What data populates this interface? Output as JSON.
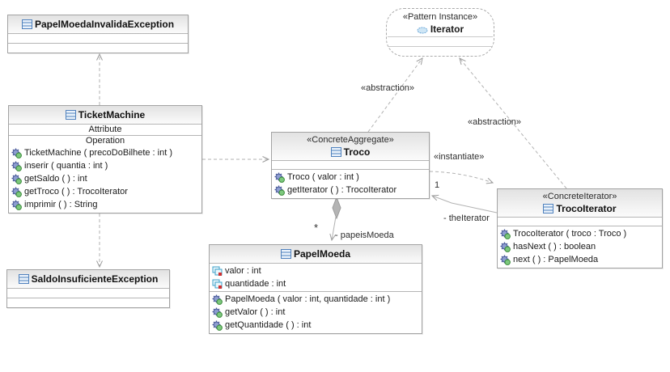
{
  "diagram": {
    "boxes": {
      "papelMoedaInvalidaException": {
        "title": "PapelMoedaInvalidaException"
      },
      "ticketMachine": {
        "title": "TicketMachine",
        "attributeHeader": "Attribute",
        "operationHeader": "Operation",
        "operations": [
          "TicketMachine ( precoDoBilhete : int )",
          "inserir ( quantia : int )",
          "getSaldo ( ) : int",
          "getTroco ( ) : TrocoIterator",
          "imprimir ( ) : String"
        ]
      },
      "saldoInsuficienteException": {
        "title": "SaldoInsuficienteException"
      },
      "iteratorPattern": {
        "stereotype": "«Pattern Instance»",
        "title": "Iterator"
      },
      "troco": {
        "stereotype": "«ConcreteAggregate»",
        "title": "Troco",
        "operations": [
          "Troco ( valor : int )",
          "getIterator ( ) : TrocoIterator"
        ]
      },
      "trocoIterator": {
        "stereotype": "«ConcreteIterator»",
        "title": "TrocoIterator",
        "operations": [
          "TrocoIterator ( troco : Troco )",
          "hasNext ( ) : boolean",
          "next ( ) : PapelMoeda"
        ]
      },
      "papelMoeda": {
        "title": "PapelMoeda",
        "attributes": [
          "valor : int",
          "quantidade : int"
        ],
        "operations": [
          "PapelMoeda ( valor : int, quantidade : int )",
          "getValor ( ) : int",
          "getQuantidade ( ) : int"
        ]
      }
    },
    "edgeLabels": {
      "abstractionLeft": "«abstraction»",
      "abstractionRight": "«abstraction»",
      "instantiate": "«instantiate»",
      "multiplicityOne": "1",
      "theIterator": "- theIterator",
      "multiplicityStar": "*",
      "papeisMoeda": "- papeisMoeda"
    },
    "colors": {
      "boxBorder": "#a3a3a3",
      "edgeLine": "#b2b2b2",
      "headerGradientTop": "#e2e2e2",
      "headerGradientBottom": "#fbfbfb",
      "classIconBlue": "#4f81bd",
      "operationGearBlue": "#8d9dd0",
      "operationBallGreen": "#7dc87d",
      "attributeIconCyan": "#3ea0c8",
      "attributeIconRed": "#d03030",
      "patternEllipseBlue": "#6aa7d8"
    }
  }
}
